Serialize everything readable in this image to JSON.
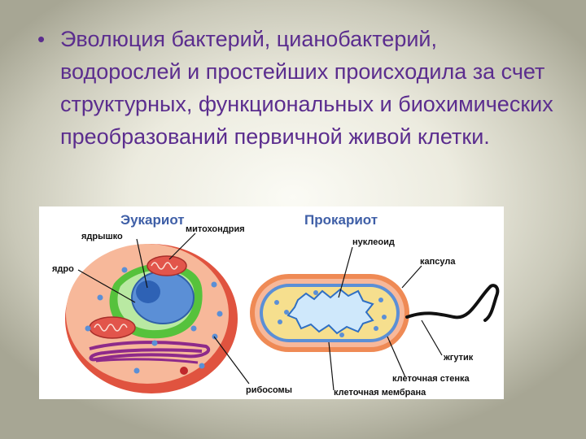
{
  "slide": {
    "bullet_text": "Эволюция бактерий, цианобактерий, водорослей и простейших происходила за счет структурных, функциональных и биохимических преобразований первичной живой клетки."
  },
  "diagram": {
    "eukaryote": {
      "title": "Эукариот",
      "labels": {
        "nucleolus": "ядрышко",
        "mitochondria": "митохондрия",
        "nucleus": "ядро",
        "ribosomes": "рибосомы"
      }
    },
    "prokaryote": {
      "title": "Прокариот",
      "labels": {
        "nucleoid": "нуклеоид",
        "capsule": "капсула",
        "flagellum": "жгутик",
        "cell_wall": "клеточная стенка",
        "cell_membrane": "клеточная мембрана"
      }
    },
    "colors": {
      "title": "#3f5fa7",
      "eukaryote_body": "#f7b89a",
      "nucleus": "#5b8fd6",
      "er_green": "#56c23c",
      "er_purple": "#8e2a8a",
      "mitochondria": "#e2554b",
      "capsule": "#ef8a55",
      "cytoplasm": "#f6df8e",
      "nucleoid": "#cfe8fb"
    }
  }
}
